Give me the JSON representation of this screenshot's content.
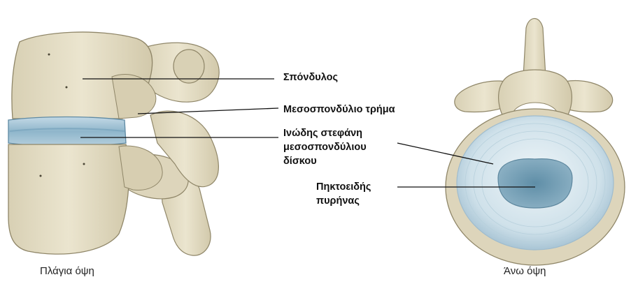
{
  "labels": {
    "vertebra": "Σπόνδυλος",
    "foramen": "Μεσοσπονδύλιο τρήμα",
    "annulus_line1": "Ινώδης στεφάνη",
    "annulus_line2": "μεσοσπονδύλιου",
    "annulus_line3": "δίσκου",
    "nucleus_line1": "Πηκτοειδής",
    "nucleus_line2": "πυρήνας"
  },
  "captions": {
    "lateral": "Πλάγια όψη",
    "superior": "Άνω όψη"
  },
  "colors": {
    "bone": "#e6dfc8",
    "bone_shadow": "#c9c0a2",
    "bone_outline": "#8f8668",
    "disc": "#a9c7d8",
    "disc_band": "#7fa9c1",
    "nucleus": "#7aa3b8",
    "annulus_top": "#dceaf1",
    "leader": "#111111"
  }
}
